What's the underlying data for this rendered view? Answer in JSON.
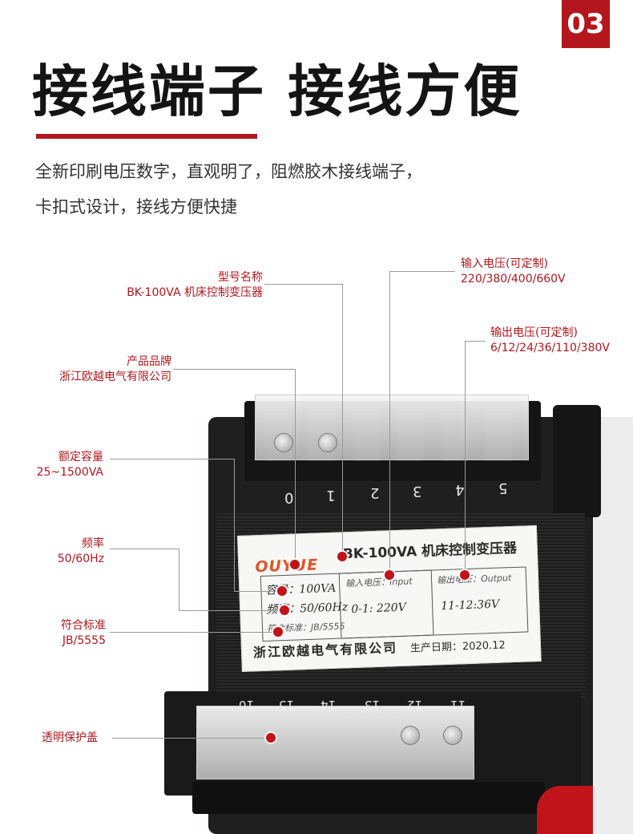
{
  "badge": "03",
  "heading": "接线端子 接线方便",
  "description": {
    "line1": "全新印刷电压数字，直观明了，阻燃胶木接线端子，",
    "line2": "卡扣式设计，接线方便快捷"
  },
  "callouts": {
    "model": {
      "title": "型号名称",
      "value": "BK-100VA 机床控制变压器"
    },
    "input": {
      "title": "输入电压(可定制)",
      "value": "220/380/400/660V"
    },
    "output": {
      "title": "输出电压(可定制)",
      "value": "6/12/24/36/110/380V"
    },
    "brand": {
      "title": "产品品牌",
      "value": "浙江欧越电气有限公司"
    },
    "capacity": {
      "title": "额定容量",
      "value": "25~1500VA"
    },
    "frequency": {
      "title": "频率",
      "value": "50/60Hz"
    },
    "standard": {
      "title": "符合标准",
      "value": "JB/5555"
    },
    "cover": {
      "title": "透明保护盖"
    }
  },
  "product_label": {
    "brand": "OUYUE",
    "model": "BK-100VA 机床控制变压器",
    "capacity": "容量：100VA",
    "frequency": "频率：50/60Hz",
    "standard": "符合标准：JB/5555",
    "input_header": "输入电压：Input",
    "output_header": "输出电压：Output",
    "input_value": "0-1: 220V",
    "output_value": "11-12:36V",
    "company": "浙江欧越电气有限公司",
    "date": "生产日期：2020.12"
  },
  "terminal_numbers_top": [
    "0",
    "1",
    "2",
    "3",
    "4",
    "5"
  ],
  "terminal_numbers_bottom": [
    "10",
    "15",
    "14",
    "13",
    "12",
    "11"
  ],
  "colors": {
    "accent": "#b3161c",
    "callout_text": "#b3161c",
    "dot": "#c01418"
  }
}
